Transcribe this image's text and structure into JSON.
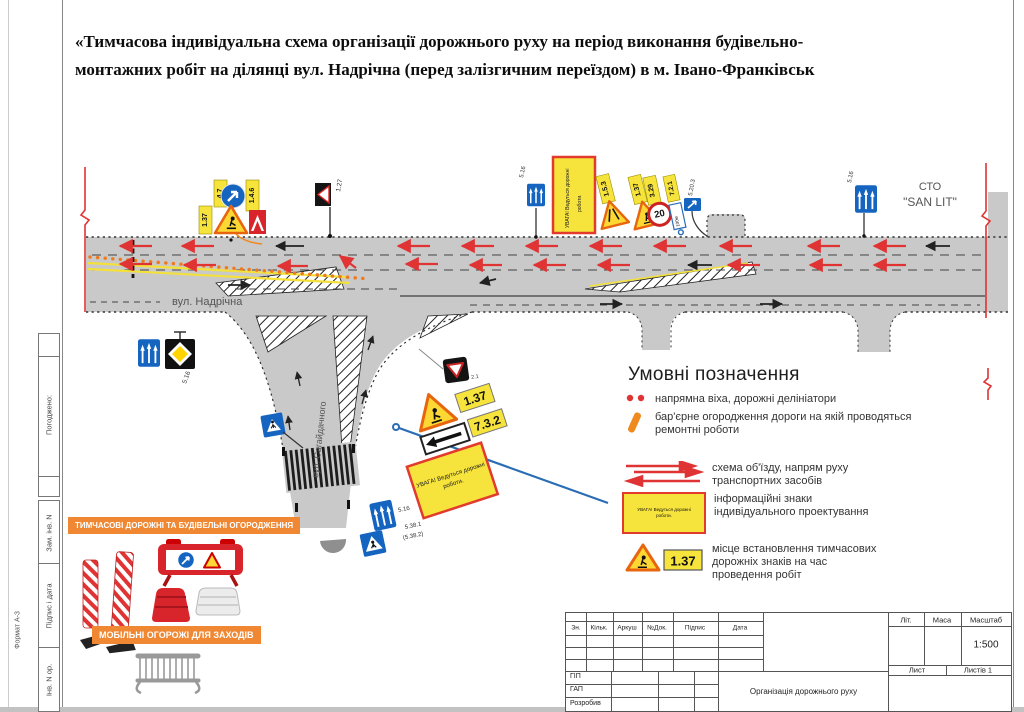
{
  "colors": {
    "accent_orange": "#ef8733",
    "sign_yellow": "#f6e33b",
    "sign_blue": "#1565c0",
    "arrow_red": "#e03333",
    "road_gray": "#c9c9c9",
    "barrier_orange": "#f0891f"
  },
  "title": {
    "line1": "«Тимчасова індивідуальна схема організації дорожнього руху на період виконання будівельно-",
    "line2": "монтажних робіт на ділянці вул. Надрічна (перед залізгичним переїздом) в м. Івано-Франківськ"
  },
  "sidebar": {
    "approved": "Погоджено:",
    "zam_inv": "Зам. інв. N",
    "pidpys": "Підпис і дата",
    "inv": "Інв. N ор.",
    "format": "Формат А-3"
  },
  "plan": {
    "street_main": "вул. Надрічна",
    "street_branch": "вул. Сагайдачного",
    "sto1": "СТО",
    "sto2": "\"SAN LIT\"",
    "attn1": "УВАГА! Ведуться дорожні",
    "attn2": "роботи.",
    "signs": {
      "s1_37": "1.37",
      "s4_7": "4.7",
      "s1_4_6": "1.4.6",
      "s1_27": "1.27",
      "s5_16": "5.16",
      "s1_5_3": "1.5.3",
      "s3_29": "3.29",
      "s7_2_1": "7.2.1",
      "s5_20_3": "5.20.3",
      "s2_1": "2.1",
      "s7_3_2": "7.3.2",
      "s5_38_1": "5.38.1",
      "s5_38_2": "(5.38.2)",
      "speed": "20",
      "dist": "100м"
    }
  },
  "legend": {
    "title": "Умовні позначення",
    "items": [
      {
        "l1": "напрямна віха, дорожні делініатори"
      },
      {
        "l1": "бар'єрне  огородження дороги на якій проводяться",
        "l2": "ремонтні роботи"
      },
      {
        "l1": "схема об'їзду, напрям руху",
        "l2": "транспортних засобів"
      },
      {
        "l1": "інформаційні знаки",
        "l2": "індивідуального проектування"
      },
      {
        "l1": "місце встановлення тимчасових",
        "l2": "дорожніх знаків на час",
        "l3": "проведення робіт"
      }
    ]
  },
  "panels": {
    "banner1": "ТИМЧАСОВІ ДОРОЖНІ ТА БУДІВЕЛЬНІ ОГОРОДЖЕННЯ",
    "banner2": "МОБІЛЬНІ ОГОРОЖІ ДЛЯ ЗАХОДІВ"
  },
  "titleblock": {
    "h_zn": "Зн.",
    "h_kilk": "Кільк.",
    "h_arkush": "Аркуш",
    "h_doc": "№Док.",
    "h_pidpys": "Підпис",
    "h_data": "Дата",
    "lit": "Літ.",
    "masa": "Маса",
    "masshtab": "Масштаб",
    "scale": "1:500",
    "lyst": "Лист",
    "lystiv": "Листів 1",
    "gip": "ГІП",
    "gap": "ГАП",
    "rozrobyv": "Розробив",
    "doc_title": "Організація дорожнього руху"
  }
}
